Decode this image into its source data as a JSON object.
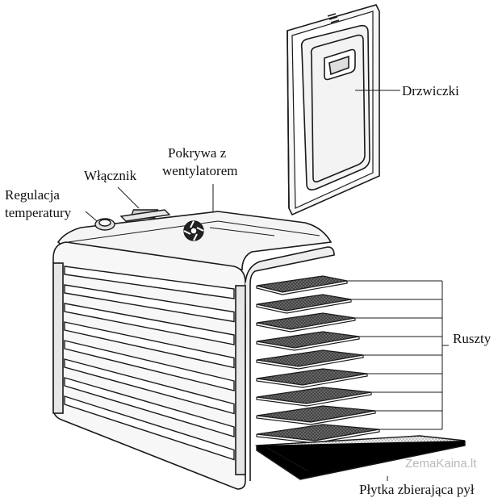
{
  "labels": {
    "door": "Drzwiczki",
    "lid_line1": "Pokrywa z",
    "lid_line2": "wentylatorem",
    "switch": "Włącznik",
    "temp_line1": "Regulacja",
    "temp_line2": "temperatury",
    "racks": "Ruszty",
    "tray": "Płytka zbierająca pył"
  },
  "watermark": "ZemaKaina.lt",
  "rack_count": 9,
  "colors": {
    "line": "#1a1a1a",
    "body_fill": "#f4f4f4",
    "panel_fill": "#e6e6e6",
    "rack_fill": "#3a3a3a",
    "background": "#ffffff"
  }
}
